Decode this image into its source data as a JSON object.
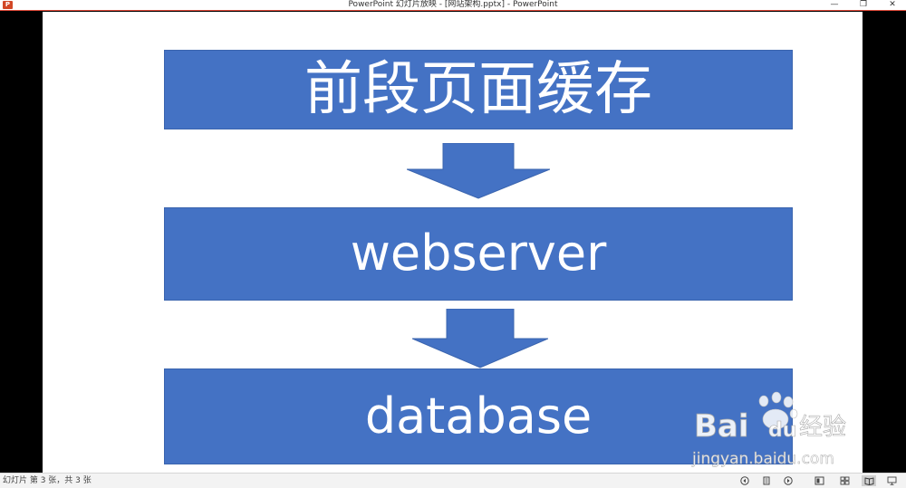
{
  "window": {
    "title": "PowerPoint 幻灯片放映 - [网站架构.pptx] - PowerPoint",
    "app_icon_letter": "P",
    "minimize_glyph": "—",
    "restore_glyph": "❐",
    "close_glyph": "✕"
  },
  "slide": {
    "boxes": [
      {
        "label": "前段页面缓存"
      },
      {
        "label": "webserver"
      },
      {
        "label": "database"
      }
    ],
    "box_color": "#4472c4"
  },
  "watermark": {
    "brand": "Bai",
    "brand2": "du",
    "cn": "经验",
    "url": "jingyan.baidu.com"
  },
  "statusbar": {
    "slide_info": "幻灯片 第 3 张，共 3 张"
  }
}
